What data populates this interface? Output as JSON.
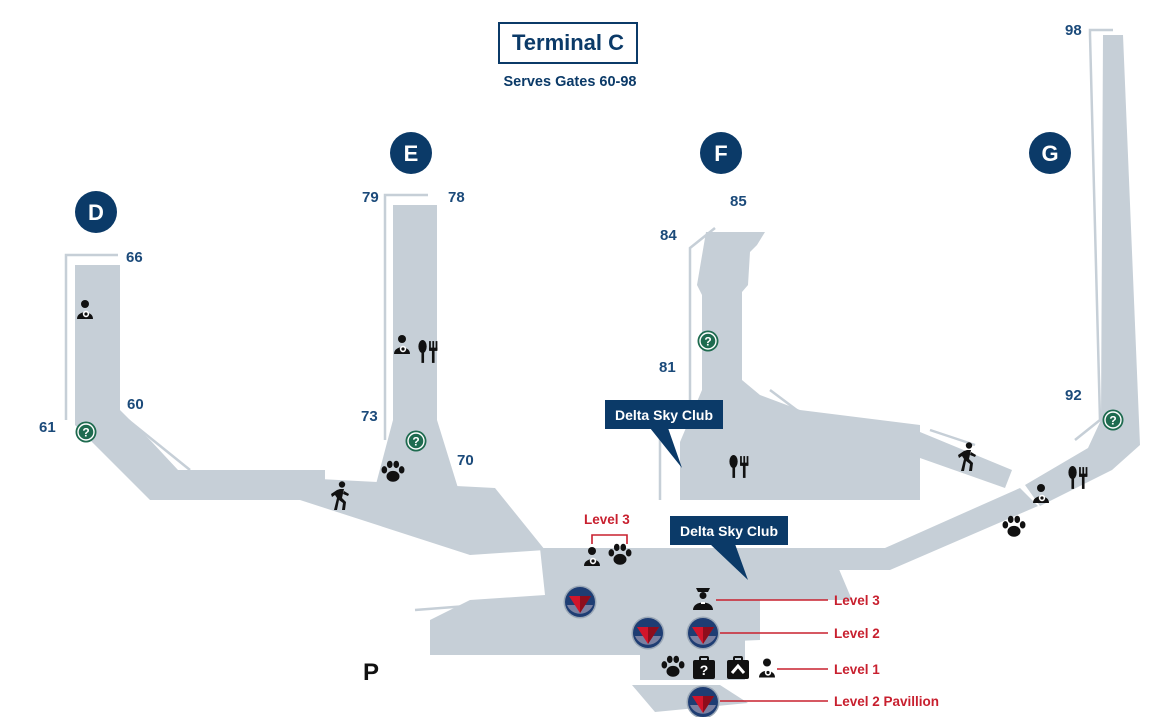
{
  "header": {
    "title": "Terminal C",
    "subtitle": "Serves Gates 60-98"
  },
  "concourses": [
    {
      "id": "D",
      "label": "D"
    },
    {
      "id": "E",
      "label": "E"
    },
    {
      "id": "F",
      "label": "F"
    },
    {
      "id": "G",
      "label": "G"
    }
  ],
  "gates": [
    "66",
    "60",
    "61",
    "79",
    "78",
    "73",
    "70",
    "85",
    "84",
    "81",
    "98",
    "92"
  ],
  "lounges": [
    "Delta Sky Club",
    "Delta Sky Club"
  ],
  "level_labels": {
    "level3_top": "Level 3",
    "level3": "Level 3",
    "level2": "Level 2",
    "level1": "Level 1",
    "level2_pavillion": "Level 2 Pavillion"
  },
  "parking_label": "P",
  "icons": [
    "nursing-room-icon",
    "info-desk-icon",
    "restaurant-icon",
    "pet-relief-icon",
    "walkway-icon",
    "security-icon",
    "delta-ticketing-icon",
    "baggage-service-icon",
    "baggage-claim-icon"
  ],
  "colors": {
    "terminal_fill": "#c6cfd7",
    "brand_navy": "#0b3a68",
    "gate_text": "#1b4a7a",
    "info_green": "#1e6b4f",
    "level_red": "#c8202f",
    "delta_red": "#d2152b"
  }
}
